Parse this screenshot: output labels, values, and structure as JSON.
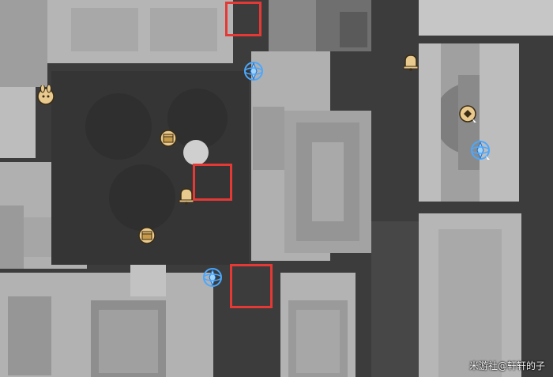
{
  "map": {
    "colors": {
      "walkable": "#3c3c3c",
      "building_light": "#b8b8b8",
      "building_mid": "#9a9a9a",
      "building_dark": "#7a7a7a",
      "highlight_border": "#e53935",
      "teleport_glow": "#4aa8ff",
      "marker_gold": "#e8c98e"
    },
    "markers": [
      {
        "id": "npc-rabbit",
        "icon": "rabbit-npc-icon"
      },
      {
        "id": "teleport-north",
        "icon": "space-anchor-icon"
      },
      {
        "id": "bell-ne",
        "icon": "bell-icon"
      },
      {
        "id": "chest-center",
        "icon": "treasure-icon"
      },
      {
        "id": "puzzle-east",
        "icon": "puzzle-icon"
      },
      {
        "id": "teleport-east",
        "icon": "space-anchor-icon"
      },
      {
        "id": "bell-center",
        "icon": "bell-icon"
      },
      {
        "id": "chest-south",
        "icon": "treasure-icon"
      },
      {
        "id": "teleport-south",
        "icon": "space-anchor-icon"
      }
    ],
    "highlight_boxes": [
      "box-top",
      "box-middle",
      "box-bottom"
    ]
  },
  "watermark": {
    "text": "米游社@轩轩的子"
  }
}
